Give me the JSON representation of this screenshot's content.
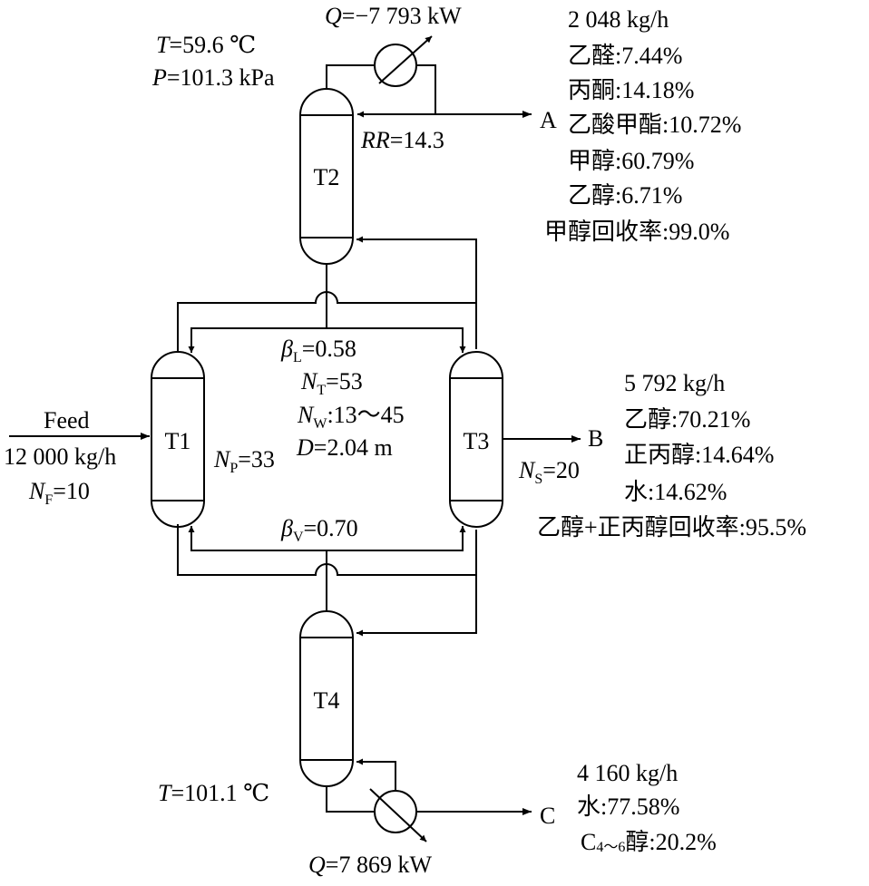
{
  "columns": {
    "t1": "T1",
    "t2": "T2",
    "t3": "T3",
    "t4": "T4"
  },
  "top": {
    "q_sym": "Q",
    "q_val": "=−7 793 kW",
    "t_sym": "T",
    "t_val": "=59.6 ℃",
    "p_sym": "P",
    "p_val": "=101.3 kPa",
    "rr_sym": "RR",
    "rr_val": "=14.3"
  },
  "product_a": {
    "label": "A",
    "lines": [
      "2 048 kg/h",
      "乙醛:7.44%",
      "丙酮:14.18%",
      "乙酸甲酯:10.72%",
      "甲醇:60.79%",
      "乙醇:6.71%",
      "甲醇回收率:99.0%"
    ]
  },
  "center": {
    "beta_l_sym": "β",
    "beta_l_sub": "L",
    "beta_l_val": "=0.58",
    "nt_sym": "N",
    "nt_sub": "T",
    "nt_val": "=53",
    "nw_sym": "N",
    "nw_sub": "W",
    "nw_val": ":13～45",
    "d_sym": "D",
    "d_val": "=2.04 m",
    "beta_v_sym": "β",
    "beta_v_sub": "V",
    "beta_v_val": "=0.70",
    "np_sym": "N",
    "np_sub": "P",
    "np_val": "=33"
  },
  "feed": {
    "label": "Feed",
    "flow": "12 000 kg/h",
    "nf_sym": "N",
    "nf_sub": "F",
    "nf_val": "=10"
  },
  "side": {
    "ns_sym": "N",
    "ns_sub": "S",
    "ns_val": "=20"
  },
  "product_b": {
    "label": "B",
    "lines": [
      "5 792 kg/h",
      "乙醇:70.21%",
      "正丙醇:14.64%",
      "水:14.62%",
      "乙醇+正丙醇回收率:95.5%"
    ]
  },
  "bottom": {
    "t_sym": "T",
    "t_val": "=101.1 ℃",
    "q_sym": "Q",
    "q_val": "=7 869 kW"
  },
  "product_c": {
    "label": "C",
    "line1": "4 160 kg/h",
    "line2": "水:77.58%",
    "line3_pre": "C",
    "line3_sub": "4～6",
    "line3_post": "醇:20.2%"
  }
}
